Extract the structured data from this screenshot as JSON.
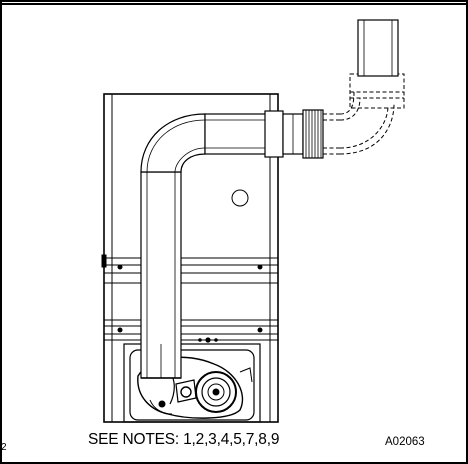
{
  "figure": {
    "notes_label": "SEE NOTES: 1,2,3,4,5,7,8,9",
    "figure_id": "A02063",
    "edge_mark": "2"
  }
}
